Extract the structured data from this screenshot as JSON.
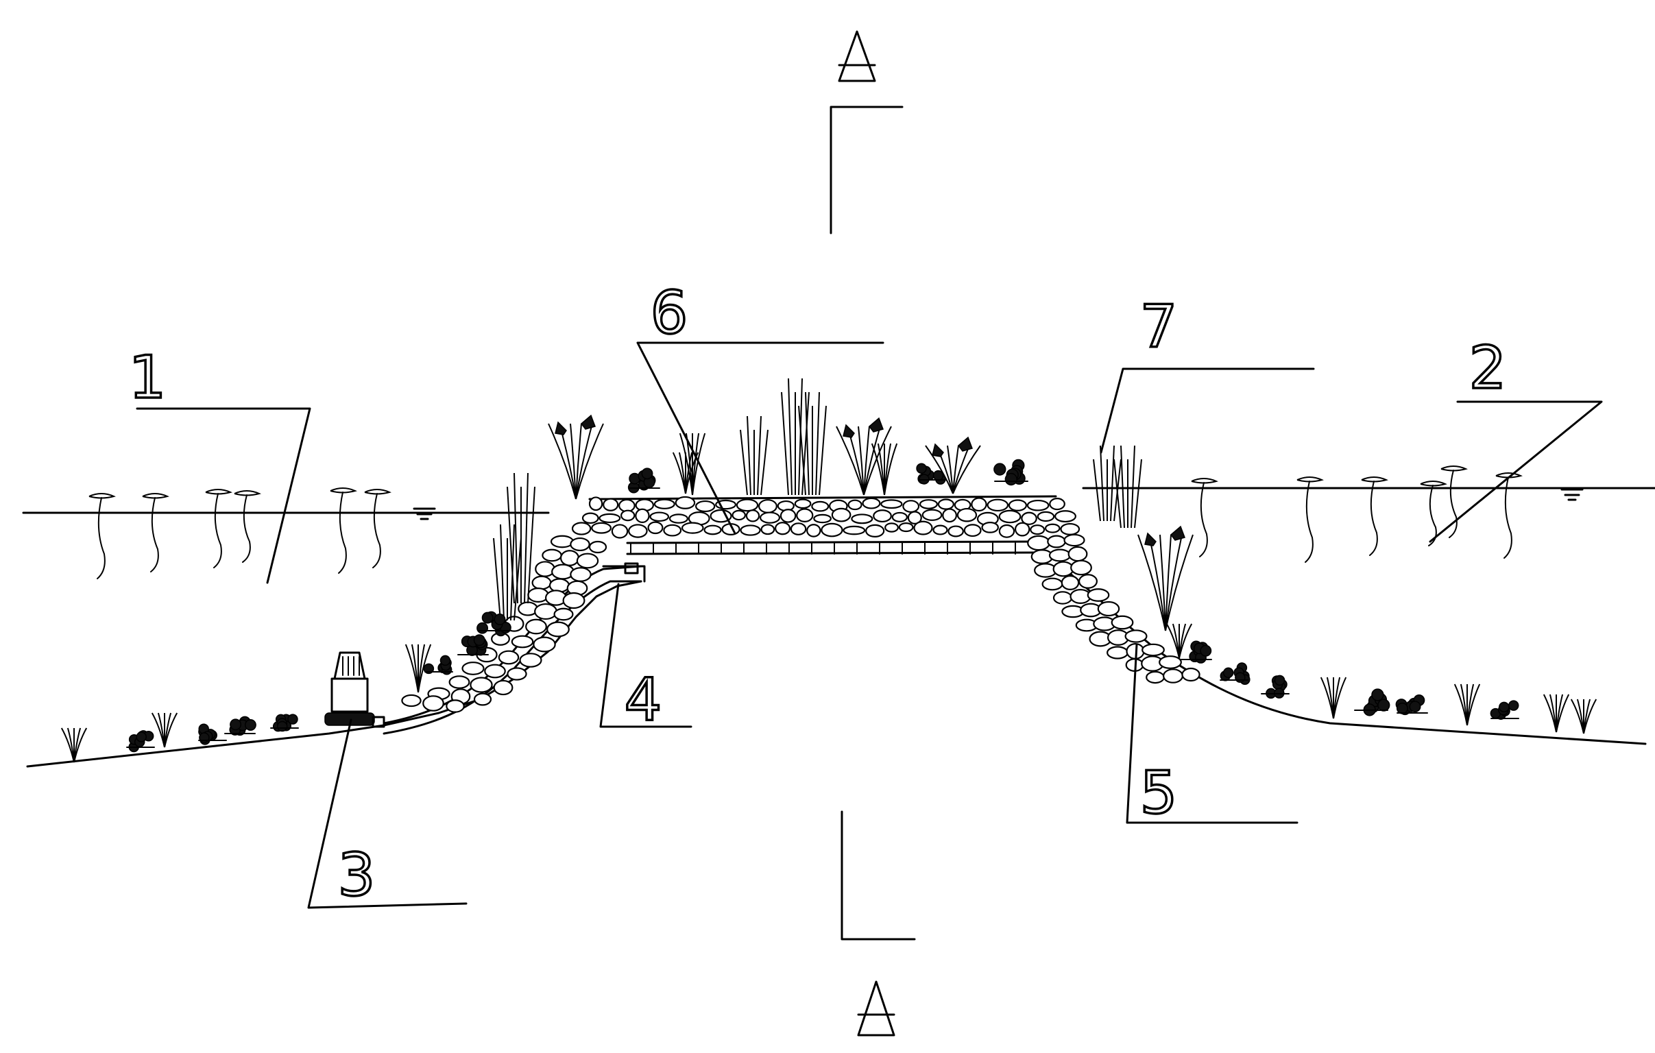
{
  "figure": {
    "section_marker": "A",
    "labels": [
      "1",
      "2",
      "3",
      "4",
      "5",
      "6",
      "7"
    ],
    "water_level_symbol": "water-level-triangle"
  }
}
